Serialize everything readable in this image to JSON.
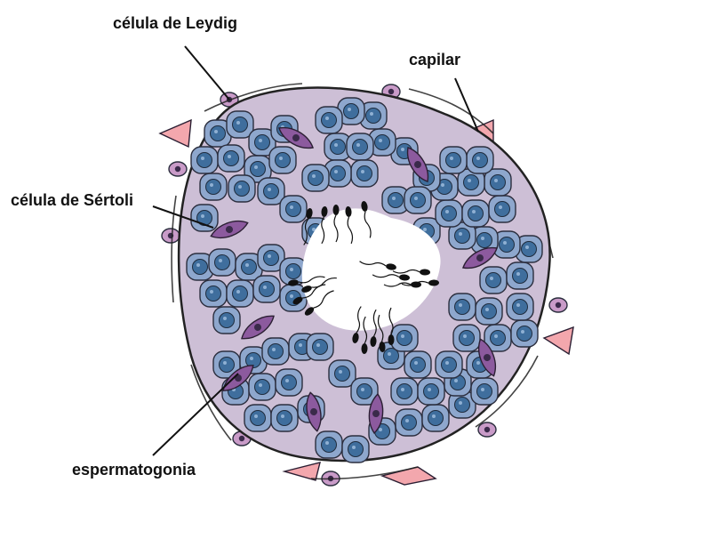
{
  "labels": {
    "leydig": "célula de Leydig",
    "capilar": "capilar",
    "sertoli": "célula de Sértoli",
    "espermatogonia": "espermatogonia"
  },
  "colors": {
    "background": "#ffffff",
    "lumen_rim": "#d9cbe0",
    "epithelium": "#cdbfd6",
    "germ_cell": "#8ea7cd",
    "germ_cell_outline": "#2b2e3e",
    "nucleus": "#3f6e9d",
    "sertoli_cell": "#8c5a9e",
    "leydig_cell": "#c99bc8",
    "capillary": "#f3a7ad",
    "sperm": "#111111"
  },
  "icons": {
    "leydig": "leydig-cell-icon",
    "capillary": "capillary-icon",
    "sertoli": "sertoli-cell-icon",
    "spermatogonium": "spermatogonium-icon",
    "sperm": "sperm-icon"
  }
}
